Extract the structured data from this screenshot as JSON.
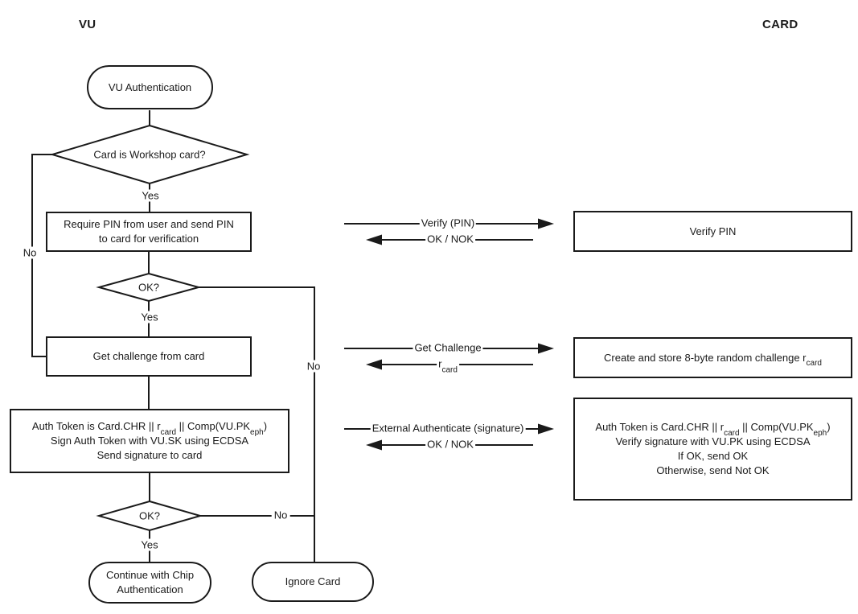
{
  "headers": {
    "left": "VU",
    "right": "CARD"
  },
  "labels": {
    "yes": "Yes",
    "no": "No"
  },
  "vu_flow": {
    "start": "VU Authentication",
    "workshop_decision": "Card is Workshop card?",
    "pin_line1": "Require PIN from user and send PIN",
    "pin_line2": "to card for verification",
    "ok_decision": "OK?",
    "get_challenge": "Get challenge from card",
    "auth_line1_a": "Auth Token is Card.CHR || r",
    "auth_line1_sub1": "card",
    "auth_line1_b": " || Comp(VU.PK",
    "auth_line1_sub2": "eph",
    "auth_line1_c": ")",
    "auth_line2": "Sign Auth Token with VU.SK using ECDSA",
    "auth_line3": "Send signature to card",
    "continue_line1": "Continue with Chip",
    "continue_line2": "Authentication",
    "ignore": "Ignore Card"
  },
  "messages": {
    "verify_pin": "Verify (PIN)",
    "ok_nok1": "OK / NOK",
    "get_challenge": "Get Challenge",
    "rcard_base": "r",
    "rcard_sub": "card",
    "external_auth": "External Authenticate (signature)",
    "ok_nok2": "OK / NOK"
  },
  "card_flow": {
    "verify_pin": "Verify PIN",
    "challenge_text": "Create and store 8-byte random challenge r",
    "challenge_sub": "card",
    "auth_line1_a": "Auth Token is Card.CHR || r",
    "auth_line1_sub1": "card",
    "auth_line1_b": " || Comp(VU.PK",
    "auth_line1_sub2": "eph",
    "auth_line1_c": ")",
    "auth_line2": "Verify signature with VU.PK using ECDSA",
    "auth_line3": "If OK, send OK",
    "auth_line4": "Otherwise, send Not OK"
  },
  "colors": {
    "line": "#1a1a1a",
    "text": "#1a1a1a",
    "background": "#ffffff"
  }
}
